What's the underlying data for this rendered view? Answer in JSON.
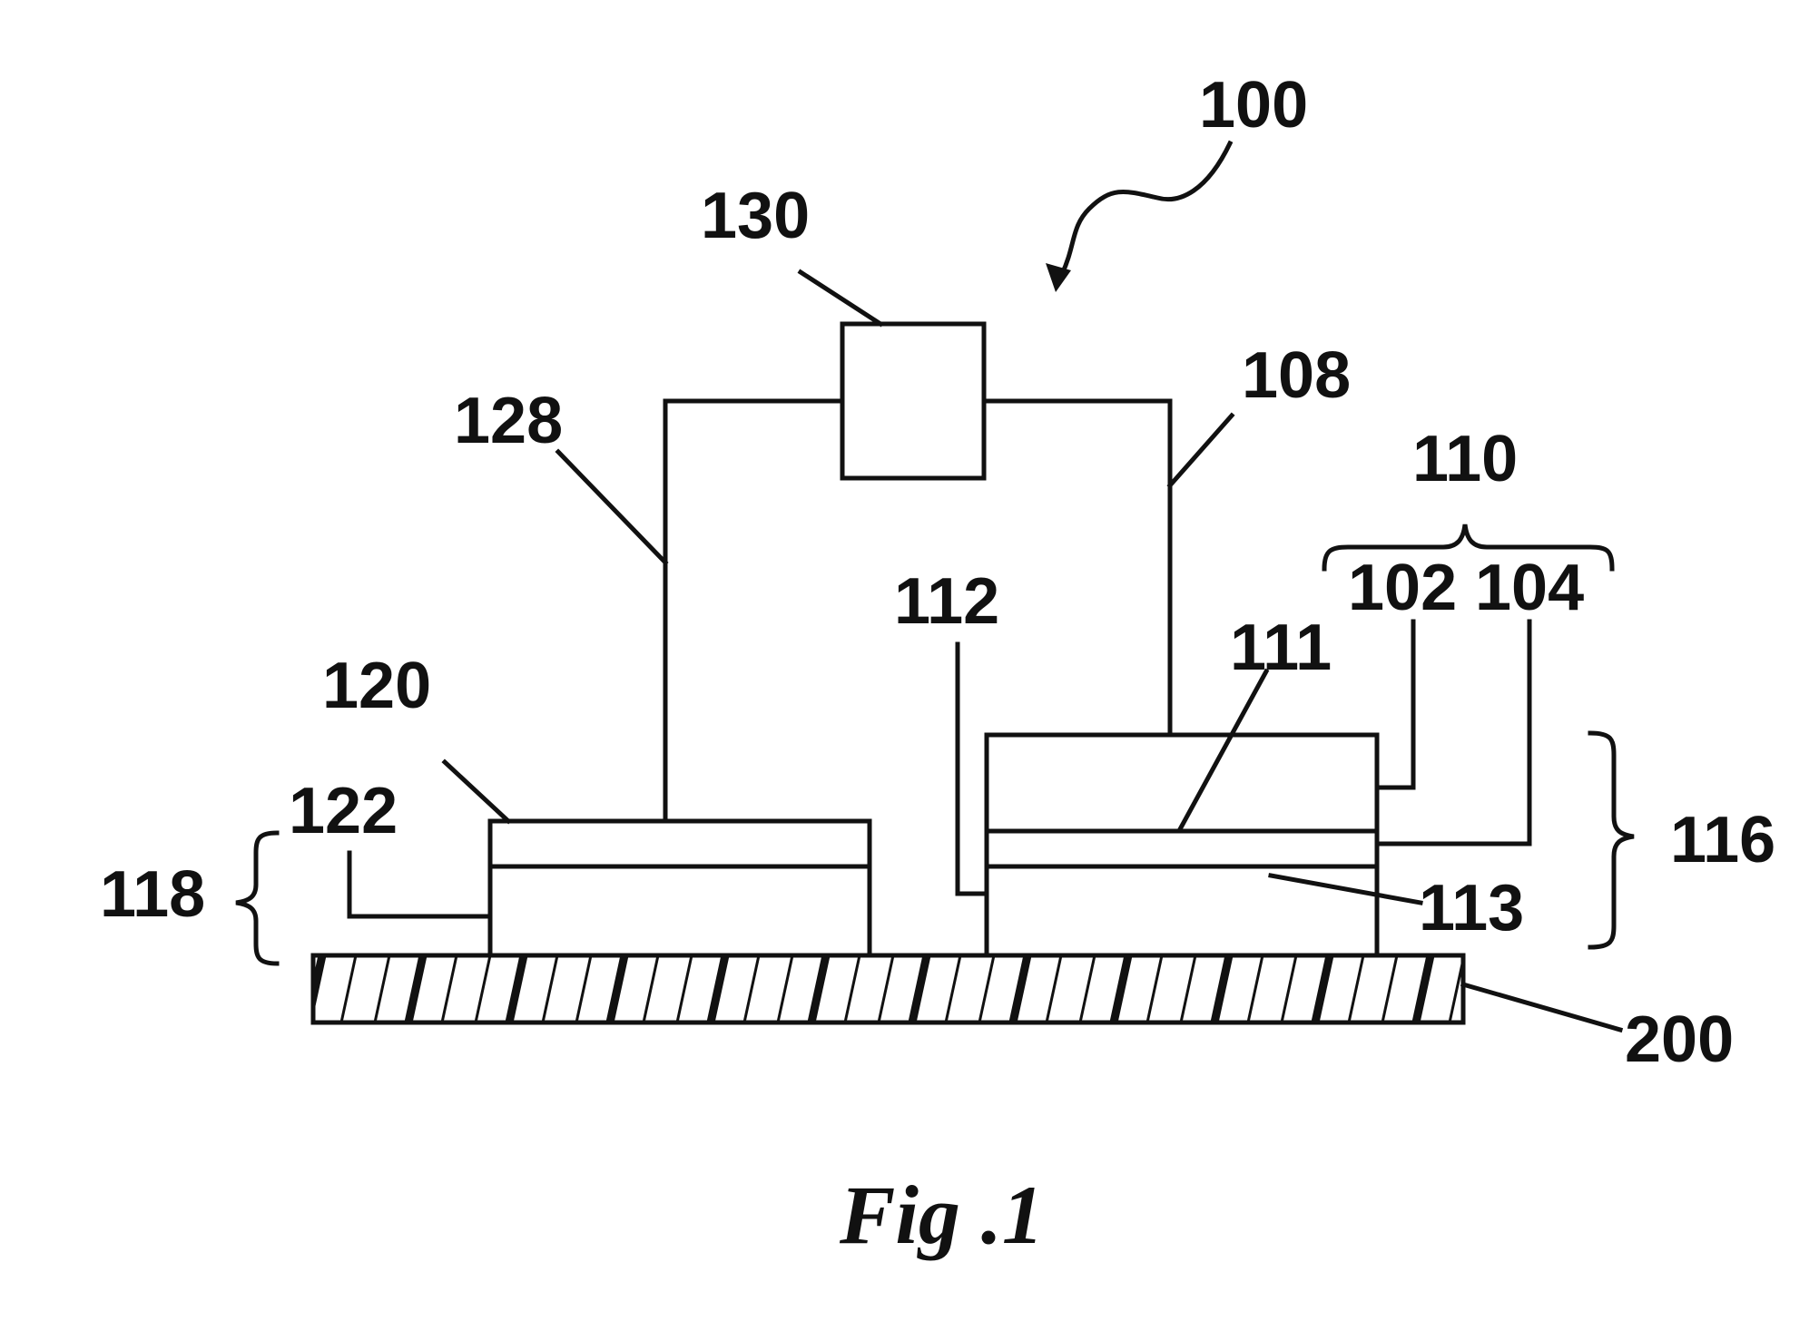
{
  "figure": {
    "caption": "Fig .1",
    "labels": {
      "l100": "100",
      "l130": "130",
      "l108": "108",
      "l128": "128",
      "l110": "110",
      "l102": "102",
      "l104": "104",
      "l112": "112",
      "l111": "111",
      "l120": "120",
      "l122": "122",
      "l118": "118",
      "l116": "116",
      "l113": "113",
      "l200": "200"
    }
  },
  "colors": {
    "line": "#111111",
    "background": "#ffffff",
    "electrode_top_fill": "#8a8a8a",
    "thin_layer_fill": "#c4c4c4",
    "left_electrode_fill": "#a8a8a8"
  }
}
